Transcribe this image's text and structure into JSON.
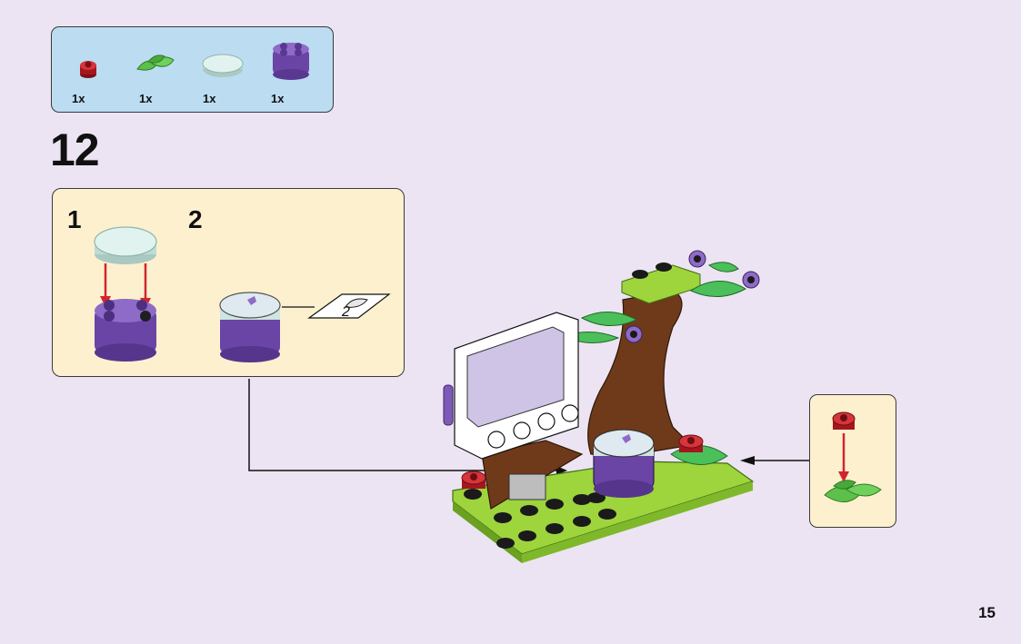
{
  "parts_list": {
    "items": [
      {
        "icon": "red-rose-flower-piece-icon",
        "quantity": "1x",
        "color": "#c8232b"
      },
      {
        "icon": "green-leaf-piece-icon",
        "quantity": "1x",
        "color": "#5cc04a"
      },
      {
        "icon": "white-round-tile-icon",
        "quantity": "1x",
        "color": "#d8efe9"
      },
      {
        "icon": "purple-round-brick-icon",
        "quantity": "1x",
        "color": "#7e5ab8"
      }
    ]
  },
  "step": {
    "number": "12",
    "substeps": [
      {
        "number": "1"
      },
      {
        "number": "2"
      }
    ],
    "sticker_label": "2"
  },
  "page": {
    "number": "15"
  },
  "colors": {
    "background": "#ece4f3",
    "parts_panel": "#bcdcf1",
    "subassembly_panel": "#fdf0cf",
    "arrow_red": "#d3242d"
  }
}
